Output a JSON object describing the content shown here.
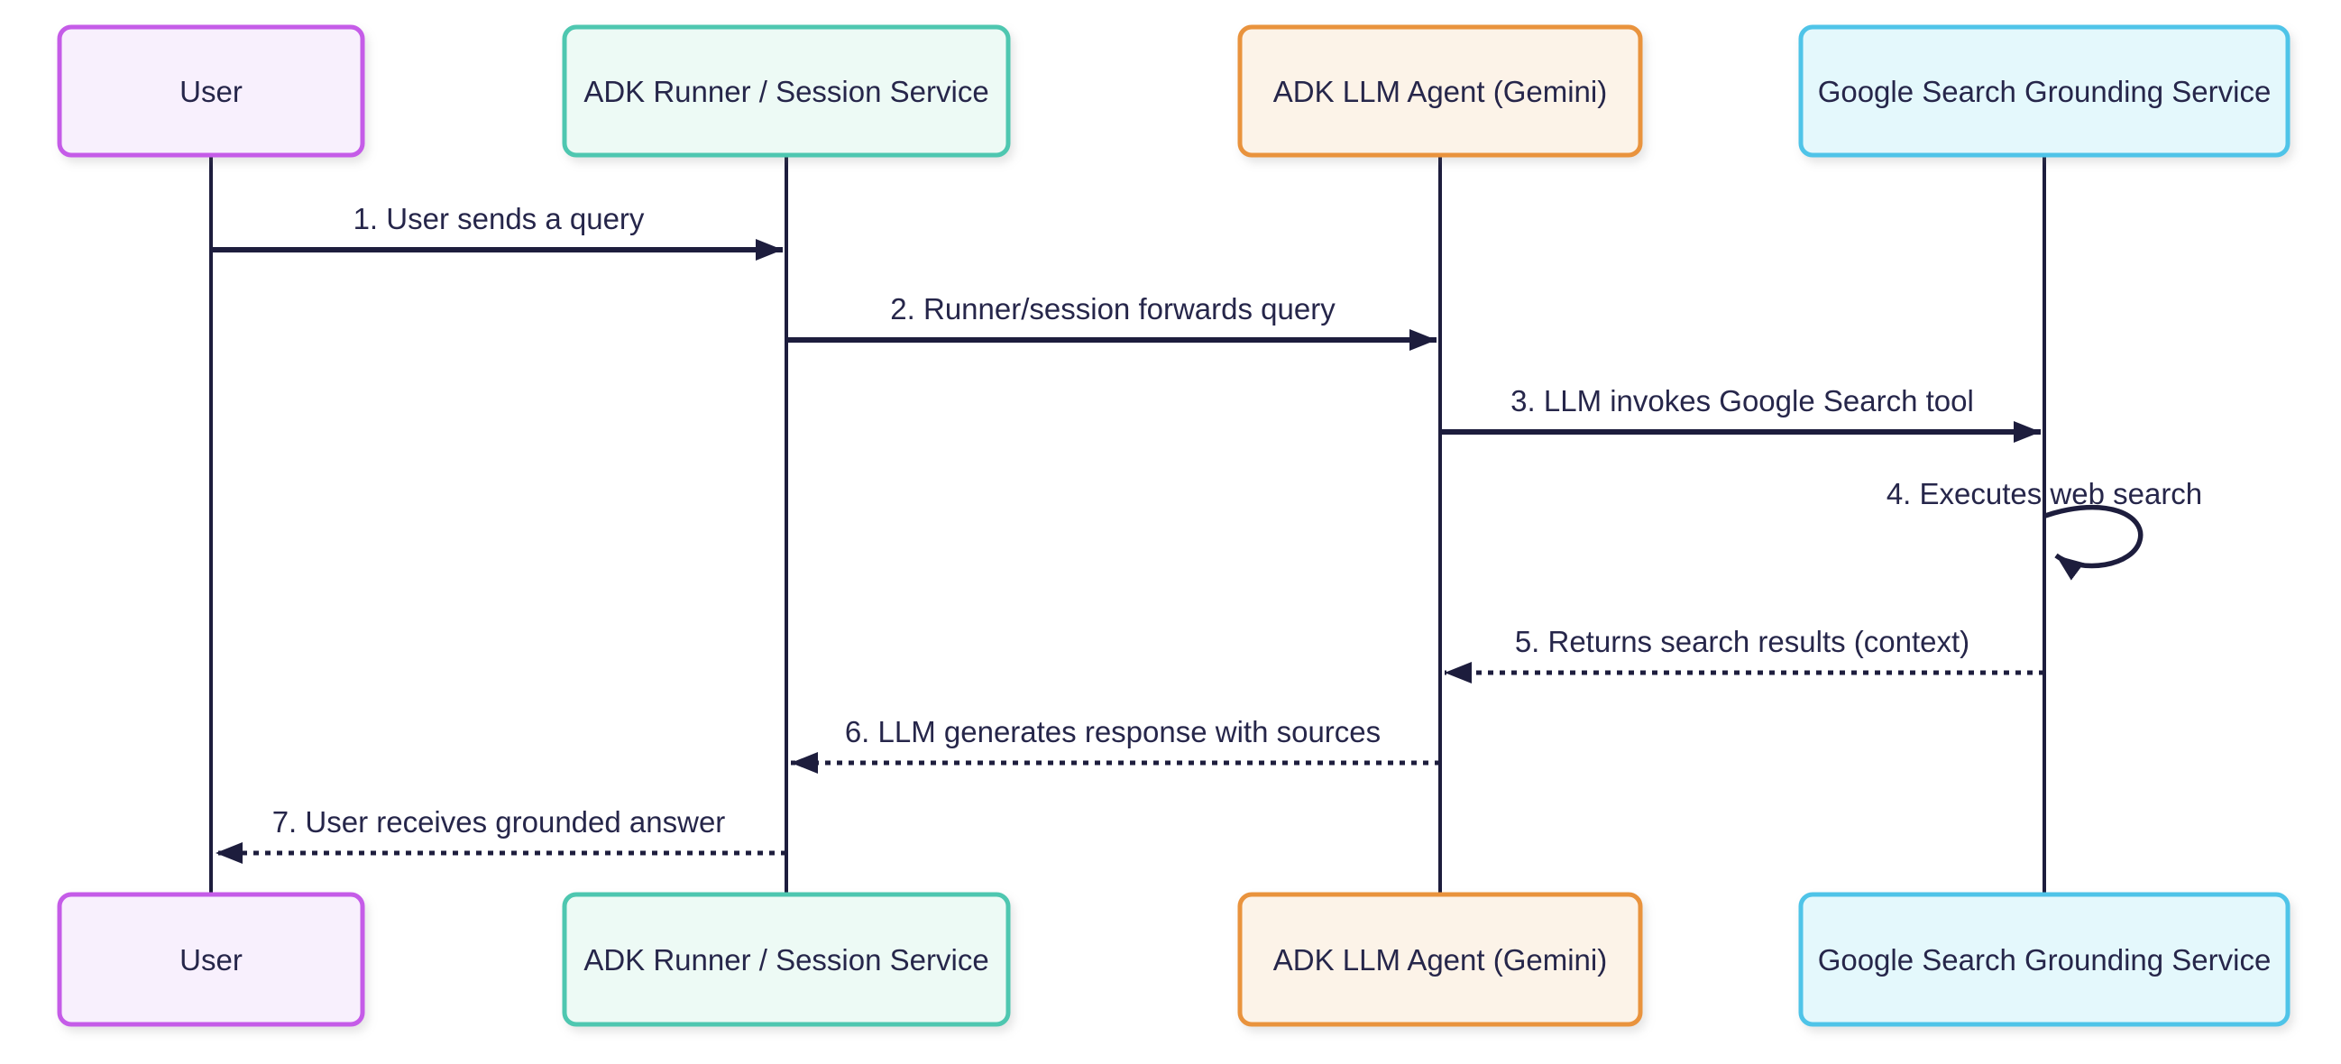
{
  "diagram": {
    "kind": "sequence-diagram",
    "background_color": "#ffffff"
  },
  "colors": {
    "line": "#1d1d3d",
    "text": "#26264a"
  },
  "actors": [
    {
      "name": "User",
      "fill": "#f8f0fd",
      "border": "#c55ce8"
    },
    {
      "name": "ADK Runner / Session Service",
      "fill": "#edfaf5",
      "border": "#4ec7b0"
    },
    {
      "name": "ADK LLM Agent (Gemini)",
      "fill": "#fcf3e8",
      "border": "#e9933d"
    },
    {
      "name": "Google Search Grounding Service",
      "fill": "#e4f8fc",
      "border": "#4fc4e8"
    }
  ],
  "messages": [
    {
      "label": "1. User sends a query",
      "from": "User",
      "to": "ADK Runner / Session Service",
      "style": "solid"
    },
    {
      "label": "2. Runner/session forwards query",
      "from": "ADK Runner / Session Service",
      "to": "ADK LLM Agent (Gemini)",
      "style": "solid"
    },
    {
      "label": "3. LLM invokes Google Search tool",
      "from": "ADK LLM Agent (Gemini)",
      "to": "Google Search Grounding Service",
      "style": "solid"
    },
    {
      "label": "4. Executes web search",
      "from": "Google Search Grounding Service",
      "to": "Google Search Grounding Service",
      "style": "self-loop"
    },
    {
      "label": "5. Returns search results (context)",
      "from": "Google Search Grounding Service",
      "to": "ADK LLM Agent (Gemini)",
      "style": "dashed"
    },
    {
      "label": "6. LLM generates response with sources",
      "from": "ADK LLM Agent (Gemini)",
      "to": "ADK Runner / Session Service",
      "style": "dashed"
    },
    {
      "label": "7. User receives grounded answer",
      "from": "ADK Runner / Session Service",
      "to": "User",
      "style": "dashed"
    }
  ]
}
